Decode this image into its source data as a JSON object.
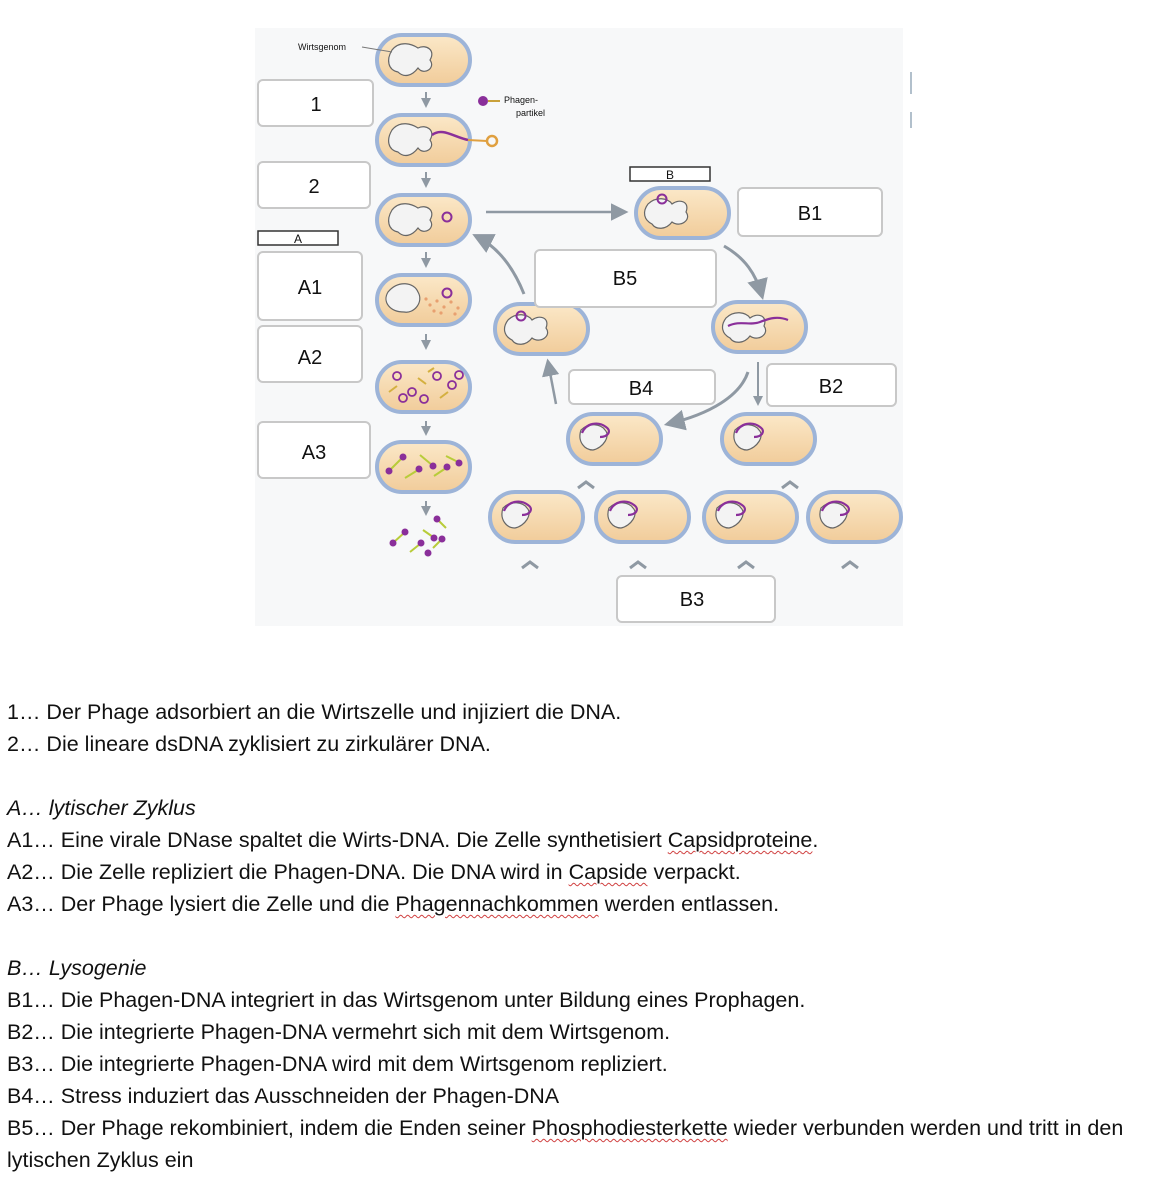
{
  "diagram": {
    "labels": {
      "host_genome": "Wirtsgenom",
      "phage_particle_line1": "Phagen-",
      "phage_particle_line2": "partikel"
    },
    "boxes": {
      "b1": "1",
      "b2": "2",
      "bA": "A",
      "bA1": "A1",
      "bA2": "A2",
      "bA3": "A3",
      "bB": "B",
      "bB1": "B1",
      "bB2": "B2",
      "bB3": "B3",
      "bB4": "B4",
      "bB5": "B5"
    },
    "colors": {
      "cell_fill": "#f6d9b0",
      "cell_wall": "#9db4d8",
      "phage_dna": "#8a2f9a",
      "box_border": "#c8c8c8",
      "arrow": "#8f99a3"
    }
  },
  "legend": {
    "l1": "1… Der Phage adsorbiert an die Wirtszelle und injiziert die DNA.",
    "l2": "2… Die lineare dsDNA zyklisiert zu zirkulärer DNA.",
    "a_head": "A… lytischer Zyklus",
    "a1_pre": "A1… Eine virale DNase spaltet die Wirts-DNA. Die Zelle synthetisiert ",
    "a1_sq": "Capsidproteine",
    "a1_post": ".",
    "a2_pre": "A2… Die Zelle repliziert die Phagen-DNA. Die DNA wird in ",
    "a2_sq": "Capside",
    "a2_post": " verpackt.",
    "a3_pre": "A3… Der Phage lysiert die Zelle und die ",
    "a3_sq": "Phagennachkommen",
    "a3_post": " werden entlassen.",
    "b_head": "B… Lysogenie",
    "b1": "B1… Die Phagen-DNA integriert in das Wirtsgenom unter Bildung eines Prophagen.",
    "b2": "B2… Die integrierte Phagen-DNA vermehrt sich mit dem Wirtsgenom.",
    "b3": "B3… Die integrierte Phagen-DNA wird mit dem Wirtsgenom repliziert.",
    "b4": "B4… Stress induziert das Ausschneiden der Phagen-DNA",
    "b5_pre": "B5… Der Phage rekombiniert, indem die Enden seiner ",
    "b5_sq": "Phosphodiesterkette",
    "b5_post": " wieder verbunden werden und tritt in den lytischen Zyklus ein"
  }
}
